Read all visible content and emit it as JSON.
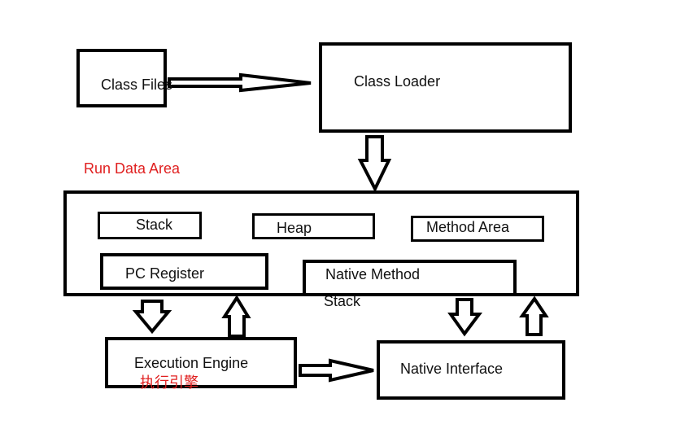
{
  "diagram": {
    "class_files": "Class Files",
    "class_loader": "Class Loader",
    "run_data_area": "Run Data Area",
    "stack": "Stack",
    "heap": "Heap",
    "method_area": "Method Area",
    "pc_register": "PC Register",
    "native_method_line1": "Native Method",
    "native_method_line2": "Stack",
    "execution_engine": "Execution Engine",
    "execution_engine_cn": "执行引擎",
    "native_interface": "Native Interface",
    "colors": {
      "stroke": "#000000",
      "accent_red": "#e02020"
    }
  }
}
